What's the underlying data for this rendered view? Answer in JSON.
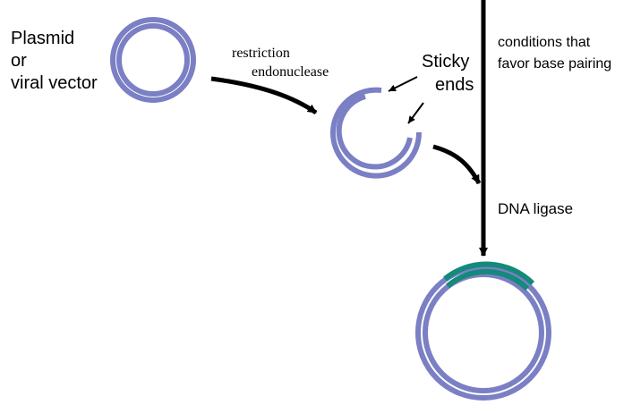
{
  "colors": {
    "background": "#ffffff",
    "dna_strand": "#7b7fc4",
    "inserted_segment": "#138a7a",
    "arrows_and_text": "#000000"
  },
  "labels": {
    "vector_line1": "Plasmid",
    "vector_line2": "or",
    "vector_line3": "viral vector",
    "cut_line1": "restriction",
    "cut_line2": "endonuclease",
    "sticky_line1": "Sticky",
    "sticky_line2": "ends",
    "conditions_line1": "conditions that",
    "conditions_line2": "favor base pairing",
    "ligase": "DNA ligase"
  }
}
